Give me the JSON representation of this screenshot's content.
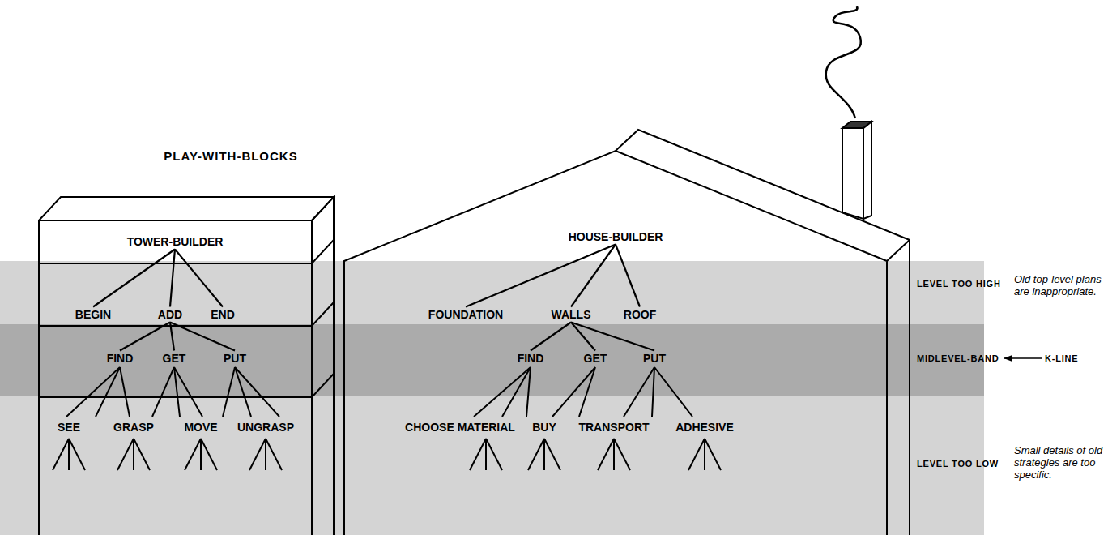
{
  "diagram": {
    "nodes": [
      {
        "text": [
          "TOWER-BUILDER"
        ]
      },
      {
        "text": [
          "BEGIN"
        ],
        "in": 0
      },
      {
        "text": [
          "ADD"
        ],
        "in": 0
      },
      {
        "text": [
          "END"
        ],
        "in": 0
      },
      {
        "text": [
          "FIND"
        ],
        "in": 0
      },
      {
        "text": [
          "GET"
        ],
        "in": 0
      },
      {
        "text": [
          "PUT"
        ],
        "in": 0
      },
      {
        "text": [
          "SEE"
        ],
        "in": 0
      },
      {
        "text": [
          "GRASP"
        ],
        "in": 0
      },
      {
        "text": [
          "MOVE"
        ],
        "in": 0
      },
      {
        "text": [
          "UNGRASP"
        ],
        "in": 0
      },
      {
        "text": [
          "HOUSE-BUILDER"
        ]
      },
      {
        "text": [
          "FOUNDATION"
        ],
        "in": 11
      },
      {
        "text": [
          "WALLS"
        ],
        "in": 11
      },
      {
        "text": [
          "ROOF"
        ],
        "in": 11
      },
      {
        "text": [
          "FIND"
        ],
        "in": 11
      },
      {
        "text": [
          "GET"
        ],
        "in": 11
      },
      {
        "text": [
          "PUT"
        ],
        "in": 11
      },
      {
        "text": [
          "CHOOSE MATERIAL"
        ],
        "in": 11
      },
      {
        "text": [
          "BUY"
        ],
        "in": 11
      },
      {
        "text": [
          "TRANSPORT"
        ],
        "in": 11
      },
      {
        "text": [
          "ADHESIVE"
        ],
        "in": 11
      }
    ],
    "edges": [
      {
        "from": 0,
        "to": 1,
        "arrow": "none"
      },
      {
        "from": 0,
        "to": 2,
        "arrow": "none"
      },
      {
        "from": 0,
        "to": 3,
        "arrow": "none"
      },
      {
        "from": 2,
        "to": 4,
        "arrow": "none"
      },
      {
        "from": 2,
        "to": 5,
        "arrow": "none"
      },
      {
        "from": 2,
        "to": 6,
        "arrow": "none"
      },
      {
        "from": 11,
        "to": 12,
        "arrow": "none"
      },
      {
        "from": 11,
        "to": 13,
        "arrow": "none"
      },
      {
        "from": 11,
        "to": 14,
        "arrow": "none"
      },
      {
        "from": 13,
        "to": 15,
        "arrow": "none"
      },
      {
        "from": 13,
        "to": 16,
        "arrow": "none"
      },
      {
        "from": 13,
        "to": 17,
        "arrow": "none"
      }
    ],
    "labels": [
      "PLAY-WITH-BLOCKS",
      "LEVEL TOO HIGH",
      "MIDLEVEL-BAND",
      "LEVEL TOO LOW",
      "K-LINE",
      "Old top-level plans are inappropriate.",
      "Small details of old strategies are too specific."
    ]
  }
}
